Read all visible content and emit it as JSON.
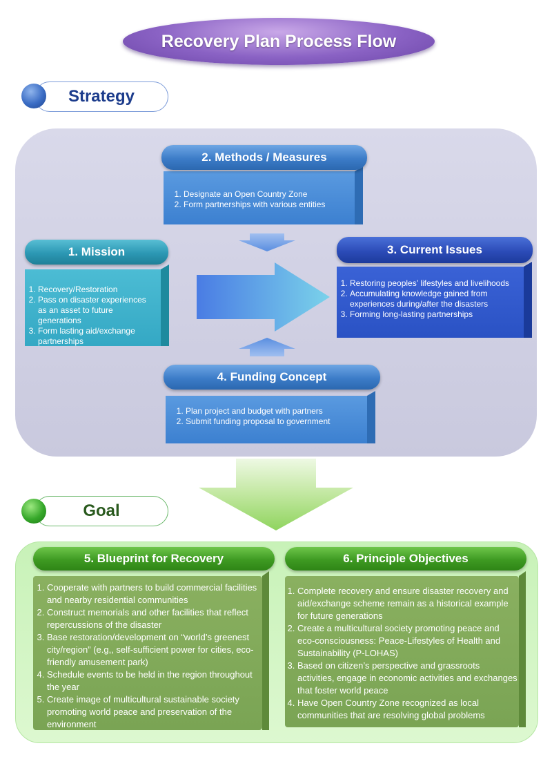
{
  "title": "Recovery Plan Process Flow",
  "strategy_label": "Strategy",
  "goal_label": "Goal",
  "methods": {
    "heading": "2. Methods / Measures",
    "items": [
      "Designate an Open Country Zone",
      "Form partnerships with various entities"
    ]
  },
  "mission": {
    "heading": "1. Mission",
    "items": [
      "Recovery/Restoration",
      "Pass on disaster experiences as an asset to future generations",
      "Form lasting aid/exchange partnerships"
    ]
  },
  "current_issues": {
    "heading": "3. Current Issues",
    "items": [
      "Restoring peoples’ lifestyles and livelihoods",
      "Accumulating knowledge gained from experiences during/after the disasters",
      "Forming long-lasting partnerships"
    ]
  },
  "funding": {
    "heading": "4. Funding Concept",
    "items": [
      "Plan project and budget with partners",
      "Submit funding proposal to government"
    ]
  },
  "blueprint": {
    "heading": "5. Blueprint for Recovery",
    "items": [
      "Cooperate with partners to build commercial facilities and nearby residential communities",
      "Construct memorials and other facilities that reflect repercussions of the disaster",
      " Base restoration/development on “world’s greenest city/region” (e.g,, self-sufficient power for cities, eco-friendly amusement park)",
      " Schedule events to be held in the region throughout the year",
      "Create image of multicultural sustainable society promoting world peace and preservation of the environment"
    ]
  },
  "objectives": {
    "heading": "6. Principle Objectives",
    "items": [
      "Complete recovery and ensure disaster recovery and aid/exchange scheme remain as a historical example for future generations",
      "Create a multicultural society promoting peace and eco-consciousness: Peace-Lifestyles of Health and Sustainability (P-LOHAS)",
      "Based on citizen’s perspective and  grassroots activities, engage in economic activities and exchanges that foster world peace",
      "Have Open Country Zone recognized as local communities that are resolving global problems"
    ]
  }
}
